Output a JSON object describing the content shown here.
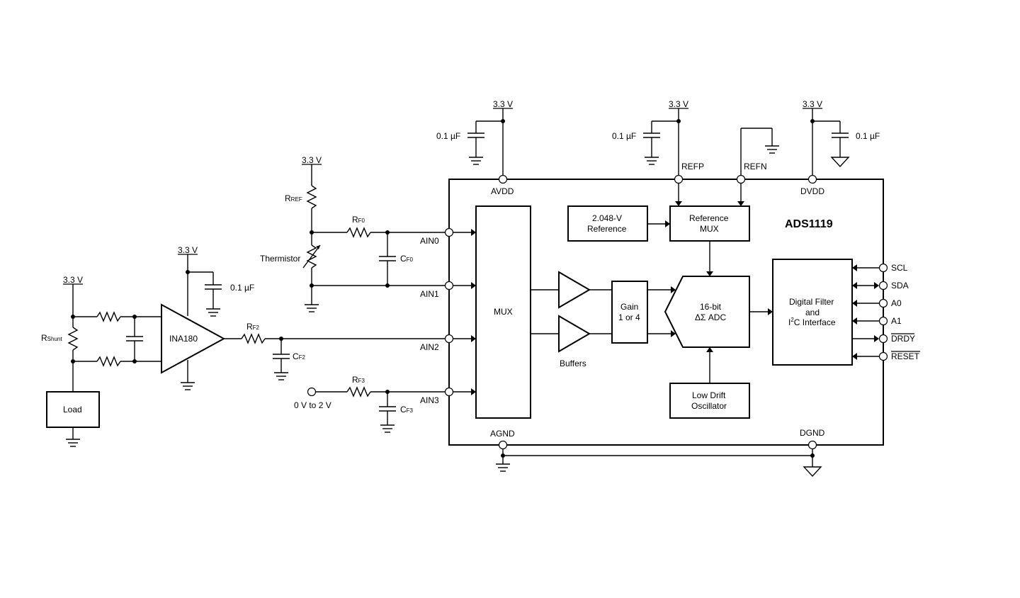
{
  "supply": "3.3 V",
  "cap_value": "0.1 µF",
  "device": "ADS1119",
  "pins": {
    "avdd": "AVDD",
    "dvdd": "DVDD",
    "agnd": "AGND",
    "dgnd": "DGND",
    "refp": "REFP",
    "refn": "REFN",
    "ain0": "AIN0",
    "ain1": "AIN1",
    "ain2": "AIN2",
    "ain3": "AIN3",
    "scl": "SCL",
    "sda": "SDA",
    "a0": "A0",
    "a1": "A1",
    "drdy": "DRDY",
    "reset": "RESET"
  },
  "blocks": {
    "mux": "MUX",
    "ref_2048_l1": "2.048-V",
    "ref_2048_l2": "Reference",
    "ref_mux_l1": "Reference",
    "ref_mux_l2": "MUX",
    "gain_l1": "Gain",
    "gain_l2": "1 or 4",
    "adc_l1": "16-bit",
    "adc_l2": "ΔΣ ADC",
    "filter_l1": "Digital Filter",
    "filter_l2": "and",
    "filter_l3a": "I",
    "filter_l3sup": "2",
    "filter_l3b": "C Interface",
    "osc_l1": "Low Drift",
    "osc_l2": "Oscillator",
    "buffers": "Buffers"
  },
  "external": {
    "ina": "INA180",
    "load": "Load",
    "thermistor": "Thermistor",
    "input_range": "0 V to 2 V",
    "r_main": "R",
    "r_shunt_sub": "Shunt",
    "r_ref_sub": "REF",
    "r_f0_sub": "F0",
    "c_f0_sub": "F0",
    "r_f2_sub": "F2",
    "c_f2_sub": "F2",
    "r_f3_sub": "F3",
    "c_f3_sub": "F3",
    "c_main": "C"
  }
}
